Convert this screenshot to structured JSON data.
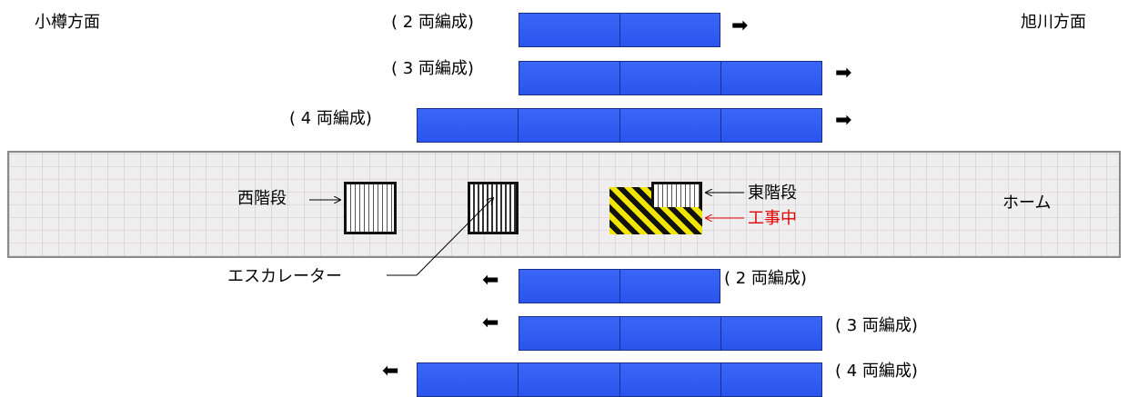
{
  "directions": {
    "left": "小樽方面",
    "right": "旭川方面"
  },
  "platform_label": "ホーム",
  "upper_trains": [
    {
      "label": "( 2 両編成)",
      "cars": 2
    },
    {
      "label": "( 3 両編成)",
      "cars": 3
    },
    {
      "label": "( 4 両編成)",
      "cars": 4
    }
  ],
  "lower_trains": [
    {
      "label": "( 2 両編成)",
      "cars": 2
    },
    {
      "label": "( 3 両編成)",
      "cars": 3
    },
    {
      "label": "( 4 両編成)",
      "cars": 4
    }
  ],
  "arrow_right": "➡",
  "arrow_left": "⬅",
  "west_stairs": "西階段",
  "east_stairs": "東階段",
  "escalator": "エスカレーター",
  "under_construction": "工事中",
  "colors": {
    "train": "#2e5bf2",
    "construction_text": "#e00000",
    "hazard_yellow": "#f2e600"
  }
}
